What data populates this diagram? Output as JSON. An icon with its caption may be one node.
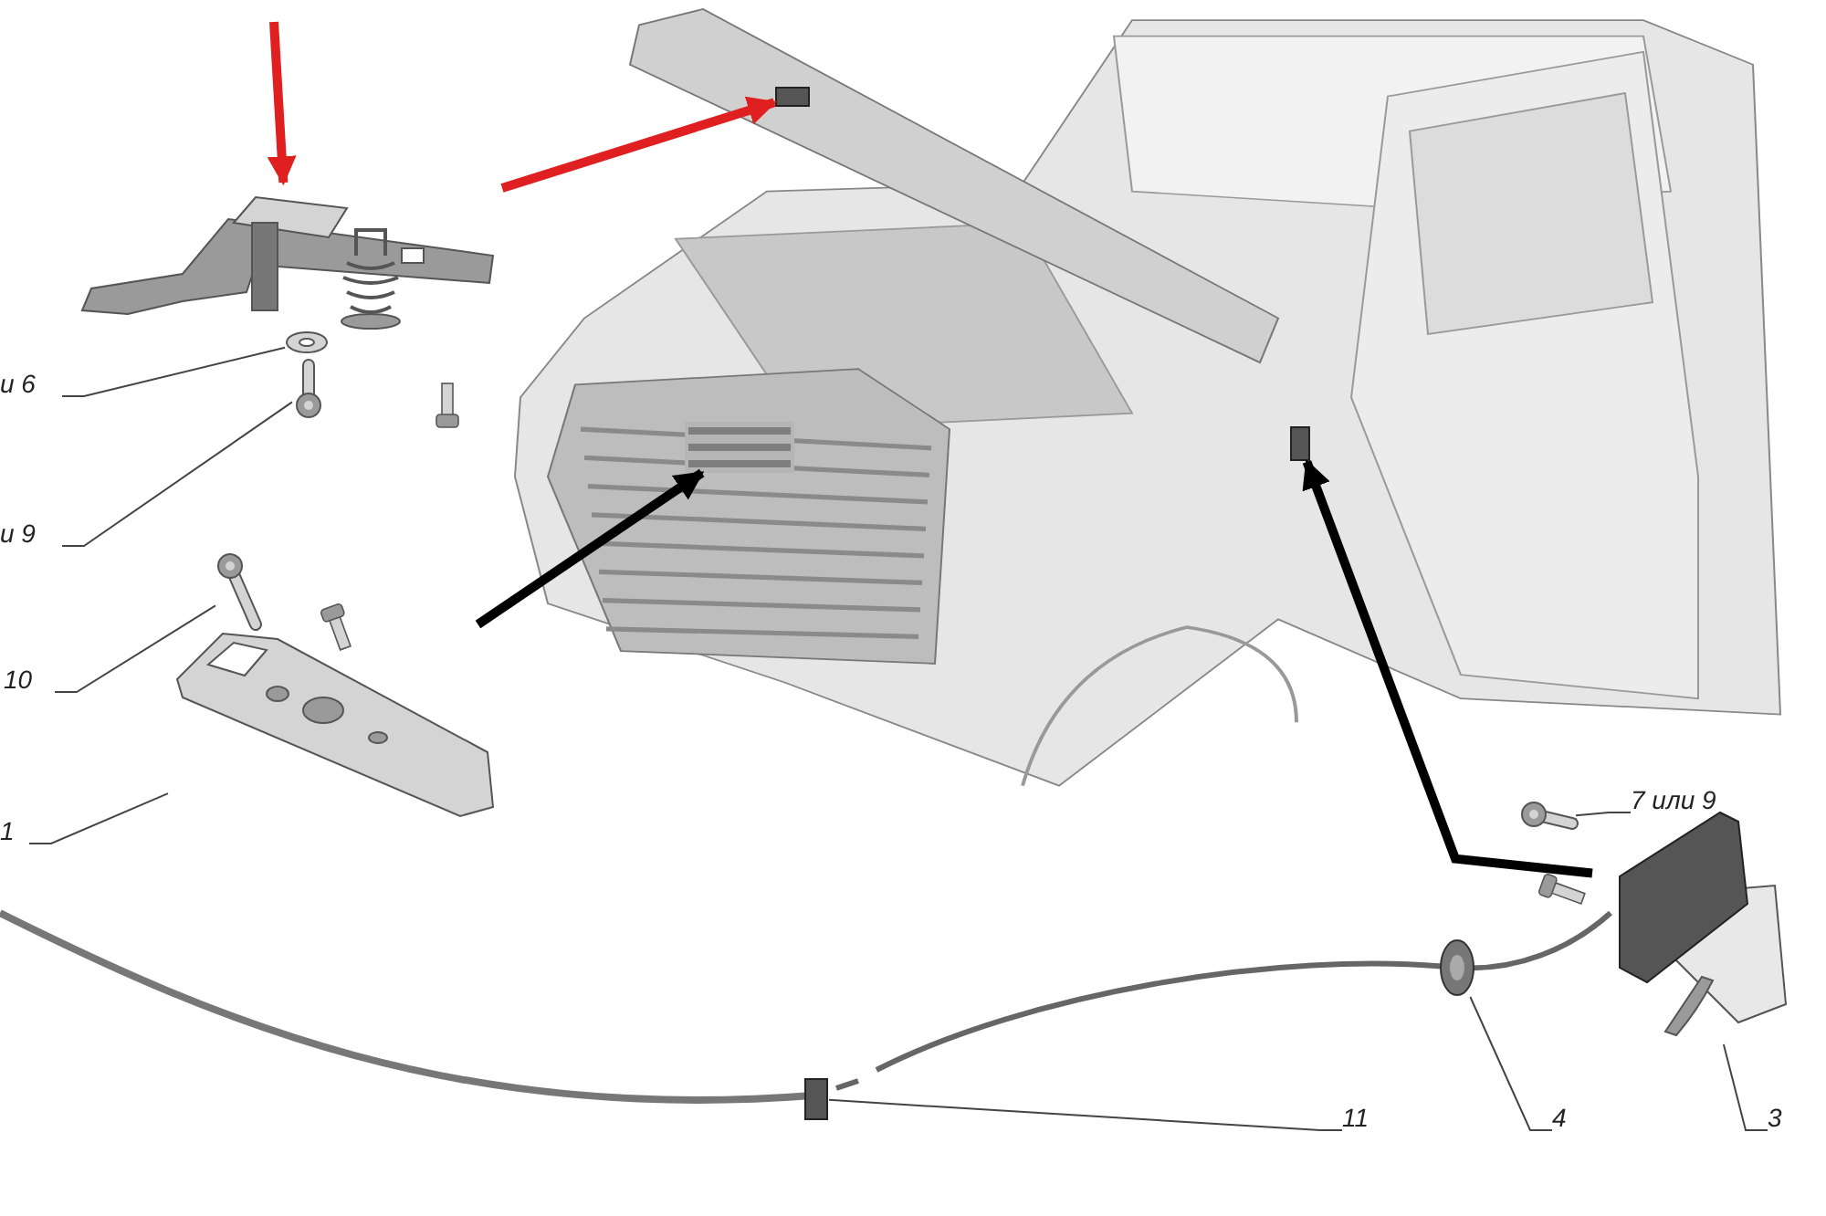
{
  "diagram": {
    "nodes": [
      {
        "text": [
          "и 6"
        ]
      },
      {
        "text": [
          "и 9"
        ]
      },
      {
        "text": [
          "10"
        ]
      },
      {
        "text": [
          "1"
        ]
      },
      {
        "text": [
          "7 или 9"
        ]
      },
      {
        "text": [
          "4"
        ]
      },
      {
        "text": [
          "3"
        ]
      },
      {
        "text": [
          "11"
        ]
      },
      {
        "text": [],
        "shape": "picture"
      },
      {
        "text": [],
        "shape": "picture"
      },
      {
        "text": [],
        "shape": "picture"
      },
      {
        "text": [],
        "shape": "picture"
      },
      {
        "text": [],
        "shape": "picture"
      },
      {
        "text": [],
        "shape": "picture"
      },
      {
        "text": [],
        "shape": "picture"
      },
      {
        "text": [],
        "shape": "picture"
      },
      {
        "text": [],
        "shape": "box"
      },
      {
        "text": [],
        "shape": "picture"
      },
      {
        "text": [],
        "shape": "box",
        "in": 17
      },
      {
        "text": [],
        "shape": "picture",
        "in": 17
      },
      {
        "text": [],
        "shape": "box",
        "in": 17
      }
    ],
    "edges": [
      {
        "from": 0,
        "to": 9,
        "arrow": "none"
      },
      {
        "from": 1,
        "to": 10,
        "arrow": "none"
      },
      {
        "from": 2,
        "to": 11,
        "arrow": "none"
      },
      {
        "from": 3,
        "to": 12,
        "arrow": "none"
      },
      {
        "from": 4,
        "to": 13,
        "arrow": "none"
      },
      {
        "from": 5,
        "to": 14,
        "arrow": "none"
      },
      {
        "from": 6,
        "to": 15,
        "arrow": "none"
      },
      {
        "from": 7,
        "to": 16,
        "arrow": "none"
      },
      {
        "from": null,
        "to": 8,
        "arrow": "to",
        "style": "thick",
        "color": "#e02020"
      },
      {
        "from": 8,
        "to": 18,
        "arrow": "to",
        "style": "thick",
        "color": "#e02020"
      },
      {
        "from": 12,
        "to": 19,
        "arrow": "to",
        "style": "thick",
        "color": "#000000"
      },
      {
        "from": 15,
        "to": 20,
        "arrow": "to",
        "style": "thick",
        "color": "#000000"
      }
    ]
  }
}
